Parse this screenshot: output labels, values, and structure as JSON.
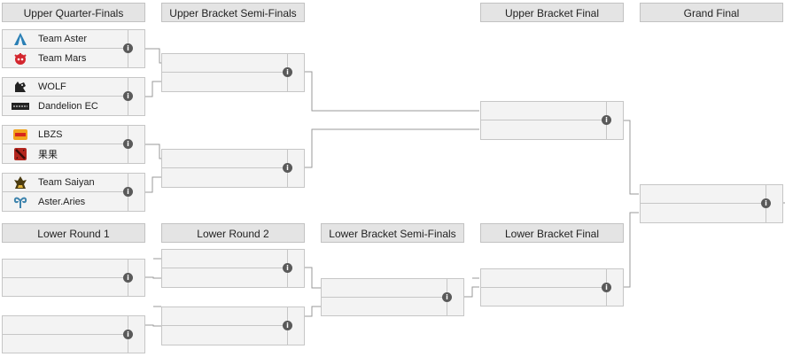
{
  "rounds": {
    "upper_quarter_finals": "Upper Quarter-Finals",
    "upper_semi_finals": "Upper Bracket Semi-Finals",
    "upper_final": "Upper Bracket Final",
    "grand_final": "Grand Final",
    "lower_round_1": "Lower Round 1",
    "lower_round_2": "Lower Round 2",
    "lower_semi_finals": "Lower Bracket Semi-Finals",
    "lower_final": "Lower Bracket Final"
  },
  "matches": {
    "uqf1": {
      "team1": {
        "name": "Team Aster",
        "logo": "aster-logo"
      },
      "team2": {
        "name": "Team Mars",
        "logo": "mars-logo"
      }
    },
    "uqf2": {
      "team1": {
        "name": "WOLF",
        "logo": "wolf-logo"
      },
      "team2": {
        "name": "Dandelion EC",
        "logo": "dandelion-logo"
      }
    },
    "uqf3": {
      "team1": {
        "name": "LBZS",
        "logo": "lbzs-logo"
      },
      "team2": {
        "name": "果果",
        "logo": "dota-logo"
      }
    },
    "uqf4": {
      "team1": {
        "name": "Team Saiyan",
        "logo": "saiyan-logo"
      },
      "team2": {
        "name": "Aster.Aries",
        "logo": "aries-logo"
      }
    }
  },
  "info_icon_glyph": "i",
  "colors": {
    "header_bg": "#e4e4e4",
    "match_bg": "#f3f3f3",
    "border": "#c6c6c6",
    "line": "#999999",
    "info_icon": "#5a5a5a"
  }
}
